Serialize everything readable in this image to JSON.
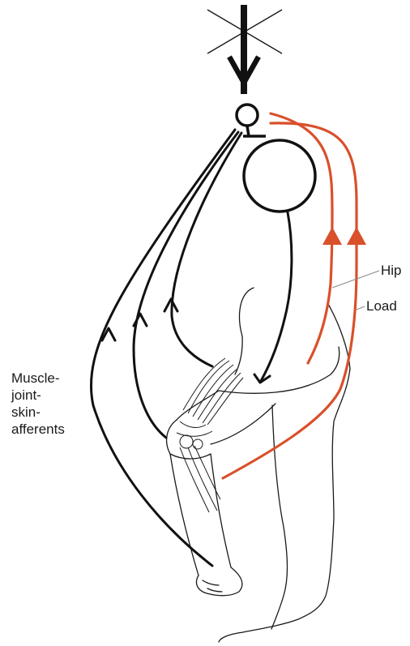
{
  "labels": {
    "afferents_lines": [
      "Muscle-",
      "joint-",
      "skin-",
      "afferents"
    ],
    "hip": "Hip",
    "load": "Load"
  },
  "colors": {
    "outline": "#1a1a1a",
    "pathway": "#111111",
    "feedback": "#d9502b",
    "leader": "#888888"
  }
}
